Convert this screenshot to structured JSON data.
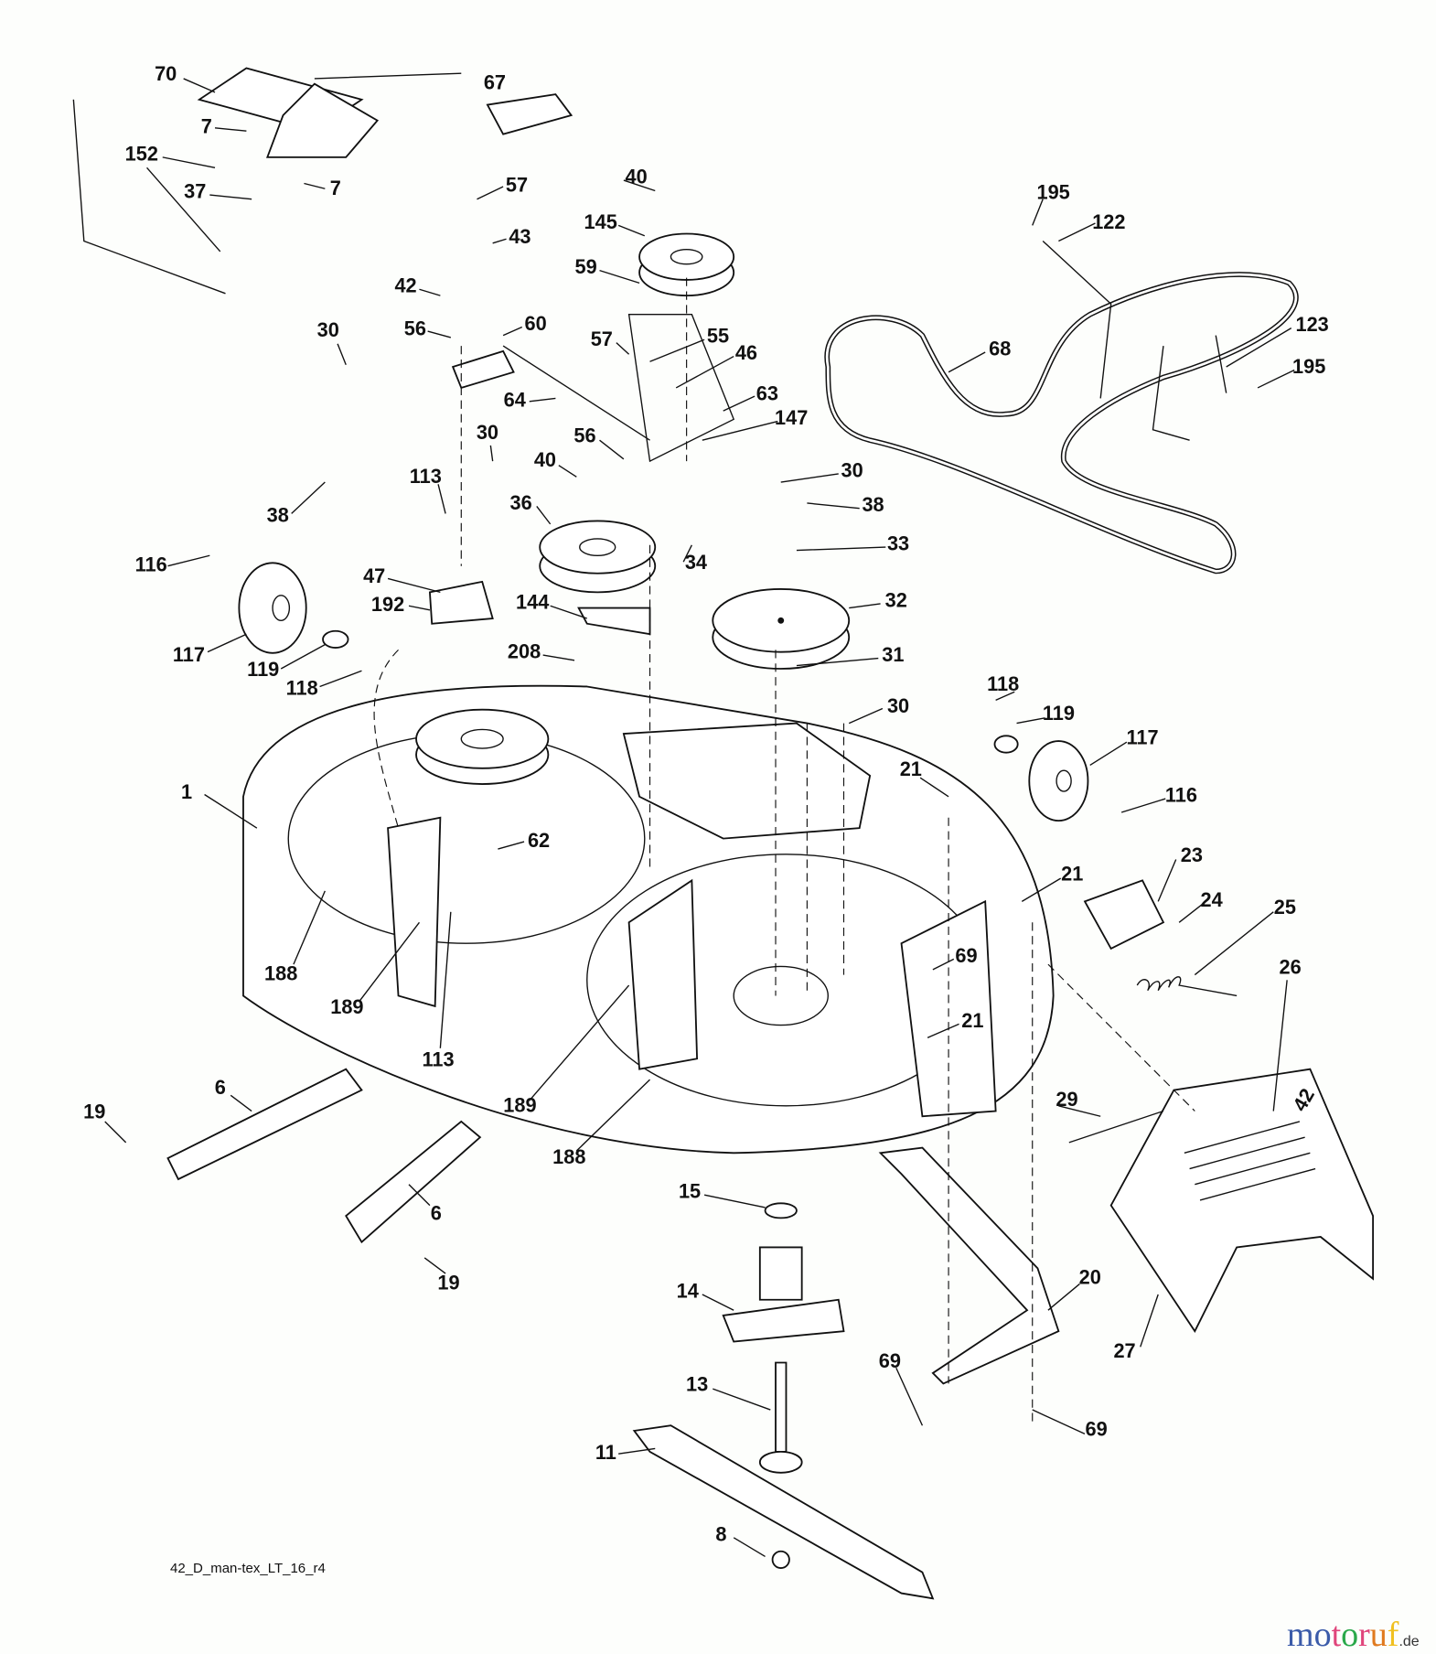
{
  "diagram": {
    "callouts": [
      "70",
      "67",
      "7",
      "152",
      "7",
      "37",
      "57",
      "40",
      "195",
      "122",
      "145",
      "43",
      "59",
      "42",
      "60",
      "56",
      "30",
      "57",
      "55",
      "46",
      "123",
      "195",
      "68",
      "64",
      "63",
      "147",
      "30",
      "113",
      "40",
      "56",
      "36",
      "30",
      "38",
      "38",
      "34",
      "33",
      "116",
      "47",
      "192",
      "144",
      "32",
      "117",
      "119",
      "118",
      "208",
      "31",
      "30",
      "118",
      "119",
      "117",
      "1",
      "21",
      "116",
      "62",
      "23",
      "21",
      "24",
      "25",
      "188",
      "69",
      "189",
      "26",
      "21",
      "113",
      "189",
      "6",
      "29",
      "19",
      "188",
      "15",
      "6",
      "19",
      "20",
      "14",
      "27",
      "69",
      "13",
      "69",
      "11",
      "8"
    ],
    "deck_badge": "42",
    "footer_code": "42_D_man-tex_LT_16_r4"
  },
  "watermark": {
    "text": "motoruf",
    "suffix": ".de",
    "colors": [
      "#3b5ba9",
      "#3b5ba9",
      "#e0457b",
      "#2aa84a",
      "#e0457b",
      "#e07a1f",
      "#f0c020"
    ]
  }
}
